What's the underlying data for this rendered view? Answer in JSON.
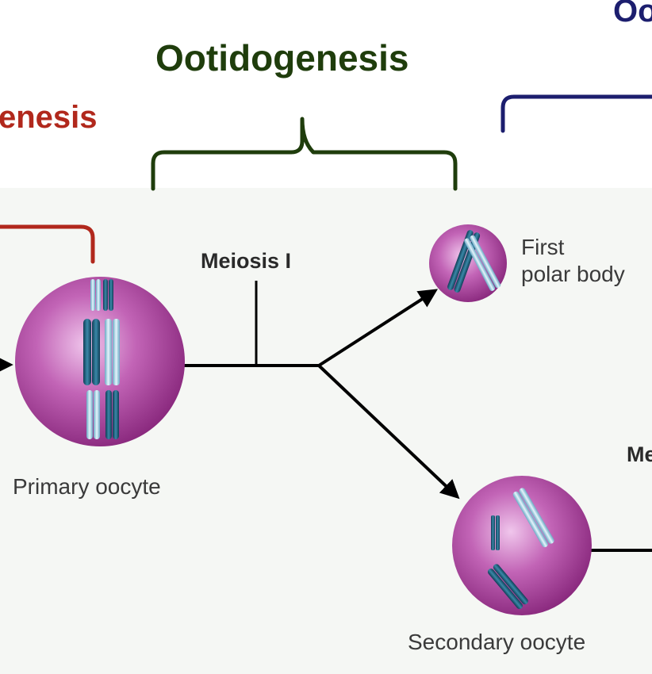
{
  "headers": {
    "ootidogenesis": "Ootidogenesis",
    "oogenesis_fragment": "enesis",
    "right_fragment": "Oo"
  },
  "labels": {
    "meiosis_1": "Meiosis I",
    "meiosis_2_fragment": "Me",
    "first_polar_body_line1": "First",
    "first_polar_body_line2": "polar body",
    "primary_oocyte": "Primary oocyte",
    "secondary_oocyte": "Secondary oocyte"
  },
  "colors": {
    "ootidogenesis_header": "#1f3d0c",
    "oogenesis_header": "#b1281c",
    "right_header": "#1c1e6e",
    "cell_fill": "#a23a96",
    "chromosome_dark": "#1e5f7c",
    "chromosome_light": "#a9d3e6",
    "panel_background": "#f5f7f4"
  }
}
